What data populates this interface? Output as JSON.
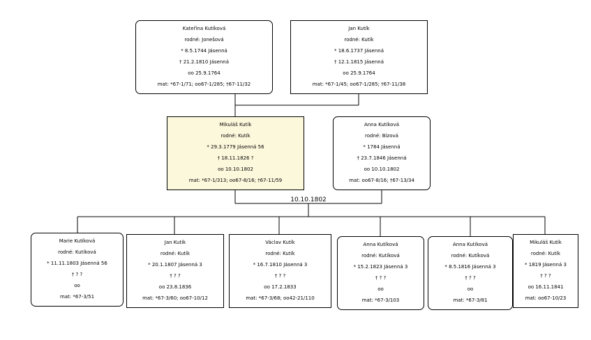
{
  "parents": {
    "mother": {
      "name": "Kateřina Kutíková",
      "maiden": "rodné: Jonešová",
      "birth": "* 8.5.1744 Jásenná",
      "death": "† 21.2.1810 Jásenná",
      "marriage": "oo 25.9.1764",
      "records": "mat: *67-1/71; oo67-1/285; †67-11/32"
    },
    "father": {
      "name": "Jan Kutík",
      "maiden": "rodné: Kutík",
      "birth": "* 18.6.1737 Jásenná",
      "death": "† 12.1.1815 Jásenná",
      "marriage": "oo 25.9.1764",
      "records": "mat: *67-1/45; oo67-1/285; †67-11/38"
    }
  },
  "couple": {
    "focus": {
      "name": "Mikuláš Kutík",
      "maiden": "rodné: Kutík",
      "birth": "* 29.3.1779 Jásenná 56",
      "death": "† 18.11.1826 ?",
      "marriage": "oo 10.10.1802",
      "records": "mat: *67-1/313; oo67-8/16; †67-11/59"
    },
    "spouse": {
      "name": "Anna Kutíková",
      "maiden": "rodné: Bízová",
      "birth": "* 1784 Jásenná",
      "death": "† 23.7.1846 Jásenná",
      "marriage": "oo 10.10.1802",
      "records": "mat: oo67-8/16; †67-13/34"
    },
    "marriage_date": "10.10.1802"
  },
  "children": [
    {
      "name": "Marie Kutíková",
      "maiden": "rodné: Kutíková",
      "birth": "* 11.11.1803 Jásenná 56",
      "death": "† ? ?",
      "marriage": "oo",
      "records": "mat: *67-3/51"
    },
    {
      "name": "Jan  Kutík",
      "maiden": "rodné: Kutík",
      "birth": "* 20.1.1807 Jásenná 3",
      "death": "† ? ?",
      "marriage": "oo 23.8.1836",
      "records": "mat: *67-3/60; oo67-10/12"
    },
    {
      "name": "Václav Kutík",
      "maiden": "rodné: Kutík",
      "birth": "* 16.7.1810 Jásenná 3",
      "death": "† ? ?",
      "marriage": "oo 17.2.1833",
      "records": "mat: *67-3/68; oo42-21/110"
    },
    {
      "name": "Anna Kutíková",
      "maiden": "rodné: Kutíková",
      "birth": "* 15.2.1823 Jásenná 3",
      "death": "† ? ?",
      "marriage": "oo",
      "records": "mat: *67-3/103"
    },
    {
      "name": "Anna Kutíková",
      "maiden": "rodné: Kutíková",
      "birth": "* 8.5.1816 Jásenná 3",
      "death": "† ? ?",
      "marriage": "oo",
      "records": "mat: *67-3/81"
    },
    {
      "name": "Mikuláš Kutík",
      "maiden": "rodné: Kutík",
      "birth": "* 1819 Jásenná 3",
      "death": "† ? ?",
      "marriage": "oo 16.11.1841",
      "records": "mat: oo67-10/23"
    }
  ],
  "colors": {
    "focus_background": "#fcf8dc",
    "border": "#000000",
    "background": "#ffffff"
  }
}
